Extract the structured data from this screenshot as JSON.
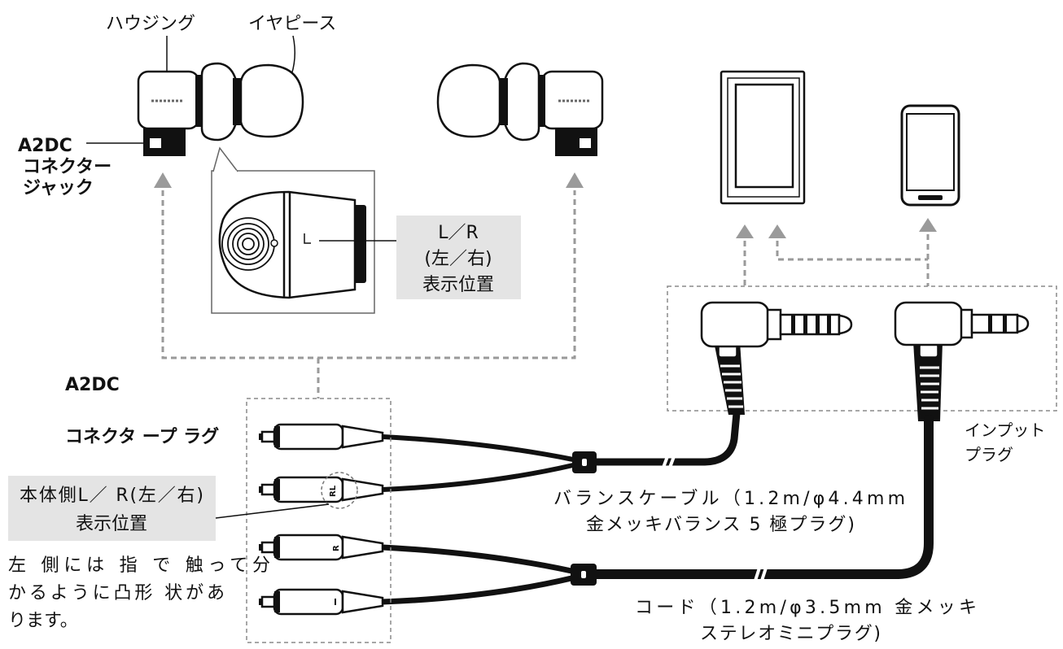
{
  "labels": {
    "housing": "ハウジング",
    "earpiece": "イヤピース",
    "jack_line1": "A2DC",
    "jack_line2": "コネクター",
    "jack_line3": "ジャック",
    "lr_line1": "L／R",
    "lr_line2": "(左／右)",
    "lr_line3": "表示位置",
    "plug_line1": "A2DC",
    "plug_line2": "コネクタ ープ ラグ",
    "body_lr_line1": "本体側L／ R(左／右)",
    "body_lr_line2": "表示位置",
    "note_line1": "左 側には 指 で 触って分",
    "note_line2": "かるように凸形 状があ",
    "note_line3": "ります。",
    "balanced_line1": "バランスケーブル（1.2m/φ4.4mm",
    "balanced_line2": "金メッキバランス 5 極プラグ)",
    "input_line1": "インプット",
    "input_line2": "プラグ",
    "cord_line1": "コード（1.2m/φ3.5mm 金メッキ",
    "cord_line2": "ステレオミニプラグ)"
  },
  "markings": {
    "rl": "RL",
    "r": "R"
  },
  "colors": {
    "line": "#111111",
    "arrow_gray": "#9a9a9a",
    "label_box": "#e4e4e4"
  }
}
